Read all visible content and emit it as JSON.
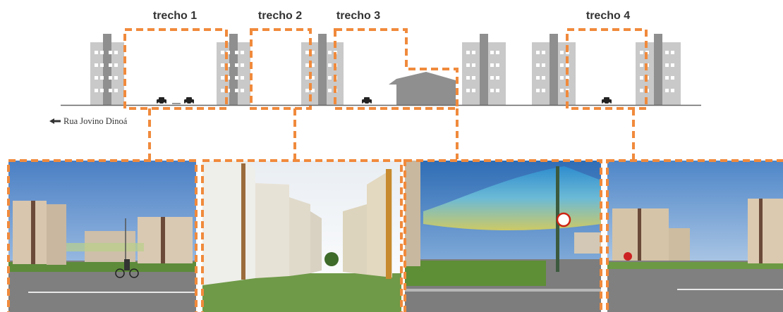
{
  "segments": [
    {
      "label": "trecho 1"
    },
    {
      "label": "trecho 2"
    },
    {
      "label": "trecho 3"
    },
    {
      "label": "trecho 4"
    }
  ],
  "street": {
    "label": "Rua Jovino Dinoá",
    "arrow": "left-arrow-icon"
  },
  "colors": {
    "accent": "#f08a3c",
    "building": "#c9c9c9",
    "building_dark": "#8f8f8f",
    "window": "#ffffff",
    "ground": "#666666",
    "text": "#333333"
  },
  "photos": [
    {
      "name": "photo-trecho-1",
      "scene": "street-bicycle"
    },
    {
      "name": "photo-trecho-2",
      "scene": "building-corridor"
    },
    {
      "name": "photo-trecho-3",
      "scene": "square-with-shade-net"
    },
    {
      "name": "photo-trecho-4",
      "scene": "open-street"
    }
  ]
}
